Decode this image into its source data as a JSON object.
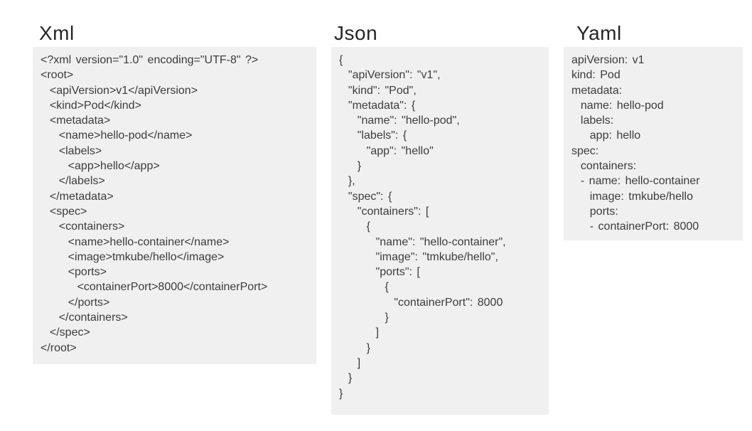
{
  "page": {
    "background_color": "#ffffff",
    "block_background_color": "#f0f0f0",
    "heading_color": "#262626",
    "code_text_color": "#3c3c3c"
  },
  "sections": [
    {
      "title": "Xml",
      "code_lines": [
        "<?xml version=\"1.0\" encoding=\"UTF-8\" ?>",
        "<root>",
        "  <apiVersion>v1</apiVersion>",
        "  <kind>Pod</kind>",
        "  <metadata>",
        "    <name>hello-pod</name>",
        "    <labels>",
        "      <app>hello</app>",
        "    </labels>",
        "  </metadata>",
        "  <spec>",
        "    <containers>",
        "      <name>hello-container</name>",
        "      <image>tmkube/hello</image>",
        "      <ports>",
        "        <containerPort>8000</containerPort>",
        "      </ports>",
        "    </containers>",
        "  </spec>",
        "</root>"
      ]
    },
    {
      "title": "Json",
      "code_lines": [
        "{",
        "  \"apiVersion\": \"v1\",",
        "  \"kind\": \"Pod\",",
        "  \"metadata\": {",
        "    \"name\": \"hello-pod\",",
        "    \"labels\": {",
        "      \"app\": \"hello\"",
        "    }",
        "  },",
        "  \"spec\": {",
        "    \"containers\": [",
        "      {",
        "        \"name\": \"hello-container\",",
        "        \"image\": \"tmkube/hello\",",
        "        \"ports\": [",
        "          {",
        "            \"containerPort\": 8000",
        "          }",
        "        ]",
        "      }",
        "    ]",
        "  }",
        "}"
      ]
    },
    {
      "title": "Yaml",
      "code_lines": [
        "apiVersion: v1",
        "kind: Pod",
        "metadata:",
        "  name: hello-pod",
        "  labels:",
        "    app: hello",
        "spec:",
        "  containers:",
        "  - name: hello-container",
        "    image: tmkube/hello",
        "    ports:",
        "    - containerPort: 8000"
      ]
    }
  ]
}
